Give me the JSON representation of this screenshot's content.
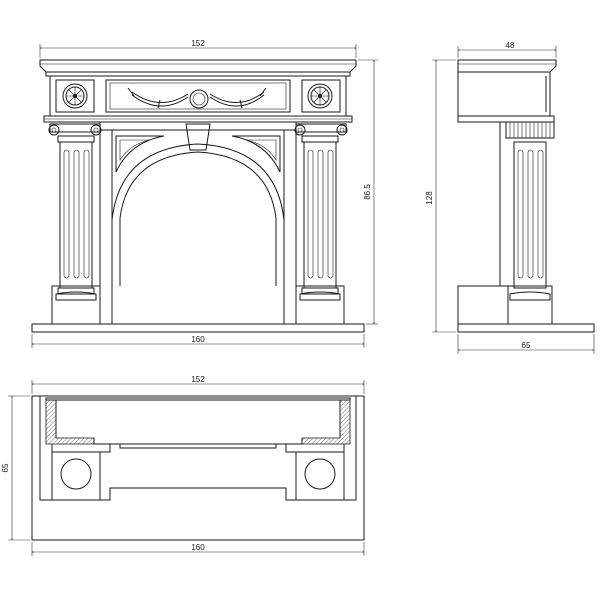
{
  "front_view": {
    "width_top": "152",
    "width_base": "160",
    "height": "86.5"
  },
  "side_view": {
    "depth_top": "48",
    "height": "128",
    "depth_base": "65"
  },
  "plan_view": {
    "width_top": "152",
    "width_base": "160",
    "depth": "65"
  },
  "colors": {
    "line": "#1a1a1a",
    "background": "#ffffff"
  }
}
